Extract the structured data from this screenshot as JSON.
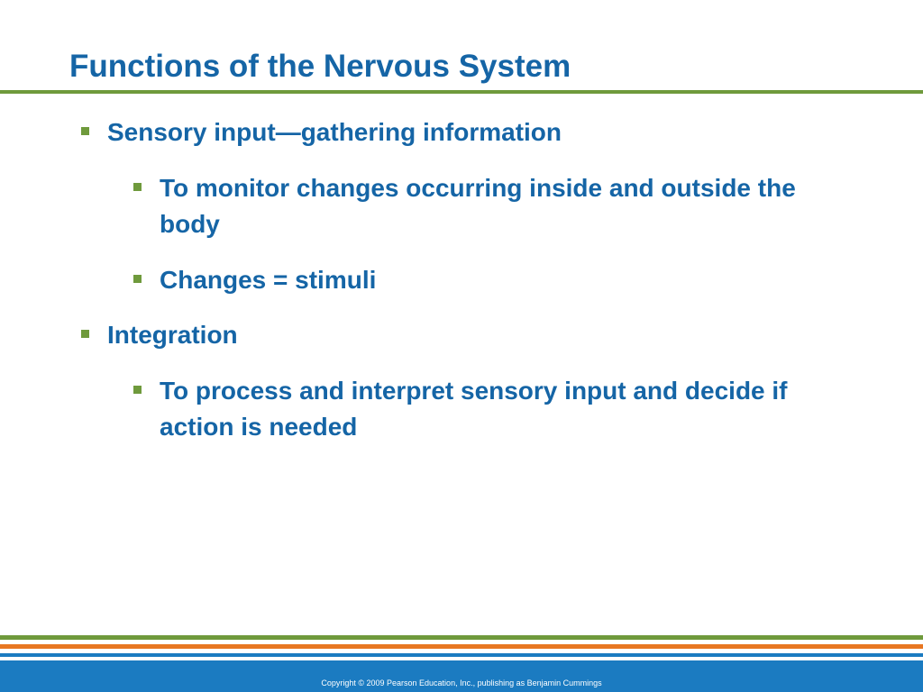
{
  "slide": {
    "title": "Functions of the Nervous System",
    "bullets": [
      {
        "level": 1,
        "text": "Sensory input—gathering information"
      },
      {
        "level": 2,
        "text": "To monitor changes occurring inside and outside the body"
      },
      {
        "level": 2,
        "text": "Changes = stimuli"
      },
      {
        "level": 1,
        "text": "Integration"
      },
      {
        "level": 2,
        "text": "To process and interpret sensory input and decide if action is needed"
      }
    ],
    "footer": {
      "copyright": "Copyright © 2009 Pearson Education, Inc., publishing as Benjamin Cummings"
    }
  },
  "colors": {
    "title_text": "#1565a6",
    "bullet_marker": "#6f9a3c",
    "rule_green": "#6f9a3c",
    "rule_orange": "#e87722",
    "footer_blue": "#1b7bc1"
  }
}
